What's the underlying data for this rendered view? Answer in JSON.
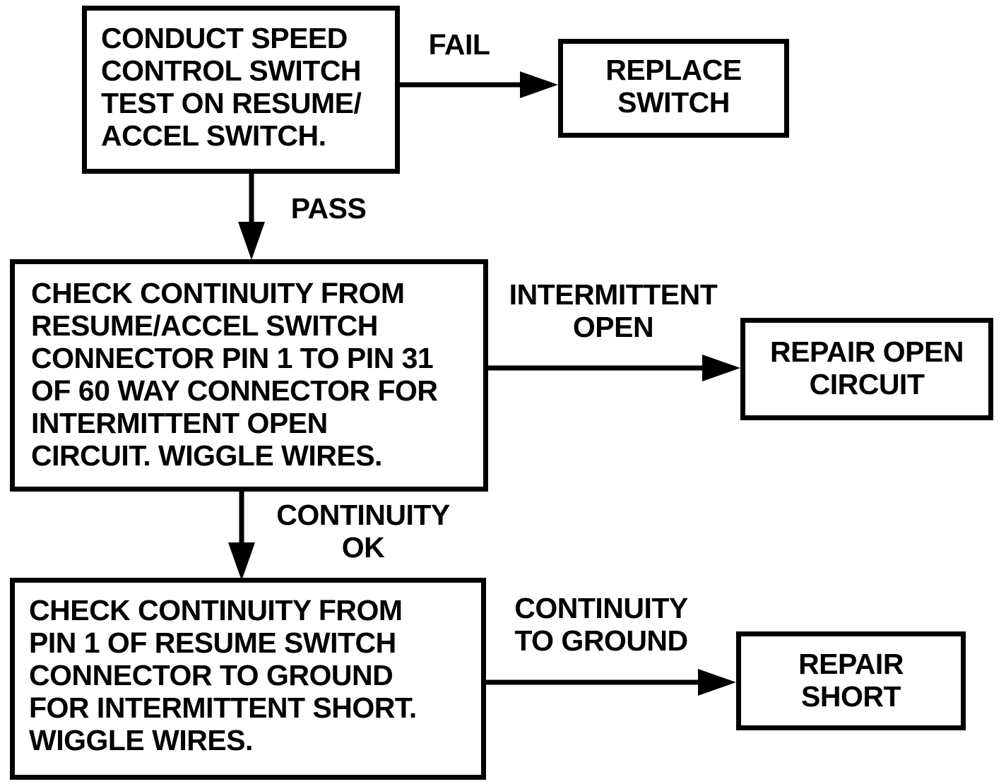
{
  "diagram": {
    "type": "flowchart",
    "nodes": {
      "conduct_test": "CONDUCT SPEED\nCONTROL SWITCH\nTEST ON RESUME/\nACCEL SWITCH.",
      "replace_switch": "REPLACE\nSWITCH",
      "check_open": "CHECK CONTINUITY FROM\nRESUME/ACCEL SWITCH\nCONNECTOR PIN 1 TO PIN 31\nOF 60 WAY CONNECTOR FOR\nINTERMITTENT OPEN\nCIRCUIT. WIGGLE WIRES.",
      "repair_open": "REPAIR OPEN\nCIRCUIT",
      "check_short": "CHECK CONTINUITY FROM\nPIN 1 OF RESUME SWITCH\nCONNECTOR TO GROUND\nFOR INTERMITTENT SHORT.\nWIGGLE WIRES.",
      "repair_short": "REPAIR\nSHORT"
    },
    "edges": {
      "fail": "FAIL",
      "pass": "PASS",
      "intermittent_open": "INTERMITTENT\nOPEN",
      "continuity_ok": "CONTINUITY\nOK",
      "continuity_to_ground": "CONTINUITY\nTO GROUND"
    },
    "colors": {
      "stroke": "#000000",
      "background": "#ffffff"
    }
  }
}
